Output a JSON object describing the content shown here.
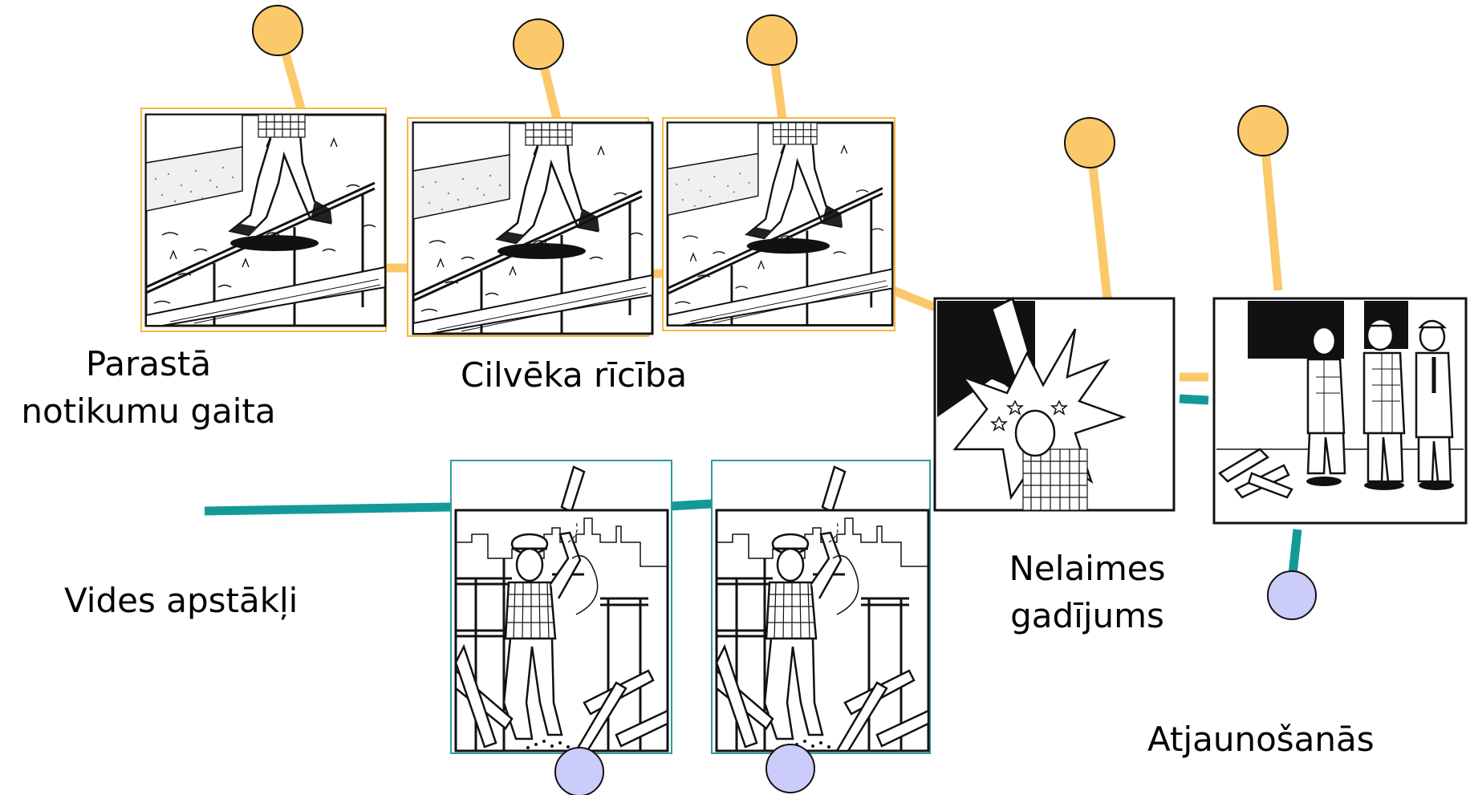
{
  "colors": {
    "orange_line": "#FBC96A",
    "orange_node": "#FBC96A",
    "teal_line": "#139A98",
    "lavender_node": "#CCCCFA",
    "frame_orange": "#F6B73E",
    "frame_teal": "#2E9C98"
  },
  "labels": {
    "normal_course": [
      "Parastā",
      "notikumu gaita"
    ],
    "human_action": "Cilvēka rīcība",
    "environment": "Vides apstākļi",
    "accident": [
      "Nelaimes",
      "gadījums"
    ],
    "recovery": "Atjaunošanās"
  },
  "panels": [
    {
      "name": "walk-panel-1",
      "icon": "worker-walking-by-railing-illustration"
    },
    {
      "name": "walk-panel-2",
      "icon": "worker-walking-by-railing-illustration"
    },
    {
      "name": "walk-panel-3",
      "icon": "worker-walking-by-railing-illustration"
    },
    {
      "name": "accident-panel",
      "icon": "plank-hitting-head-illustration"
    },
    {
      "name": "recovery-panel",
      "icon": "workers-in-hardhats-illustration"
    },
    {
      "name": "environment-panel-1",
      "icon": "worker-throwing-plank-illustration"
    },
    {
      "name": "environment-panel-2",
      "icon": "worker-throwing-plank-illustration"
    }
  ]
}
